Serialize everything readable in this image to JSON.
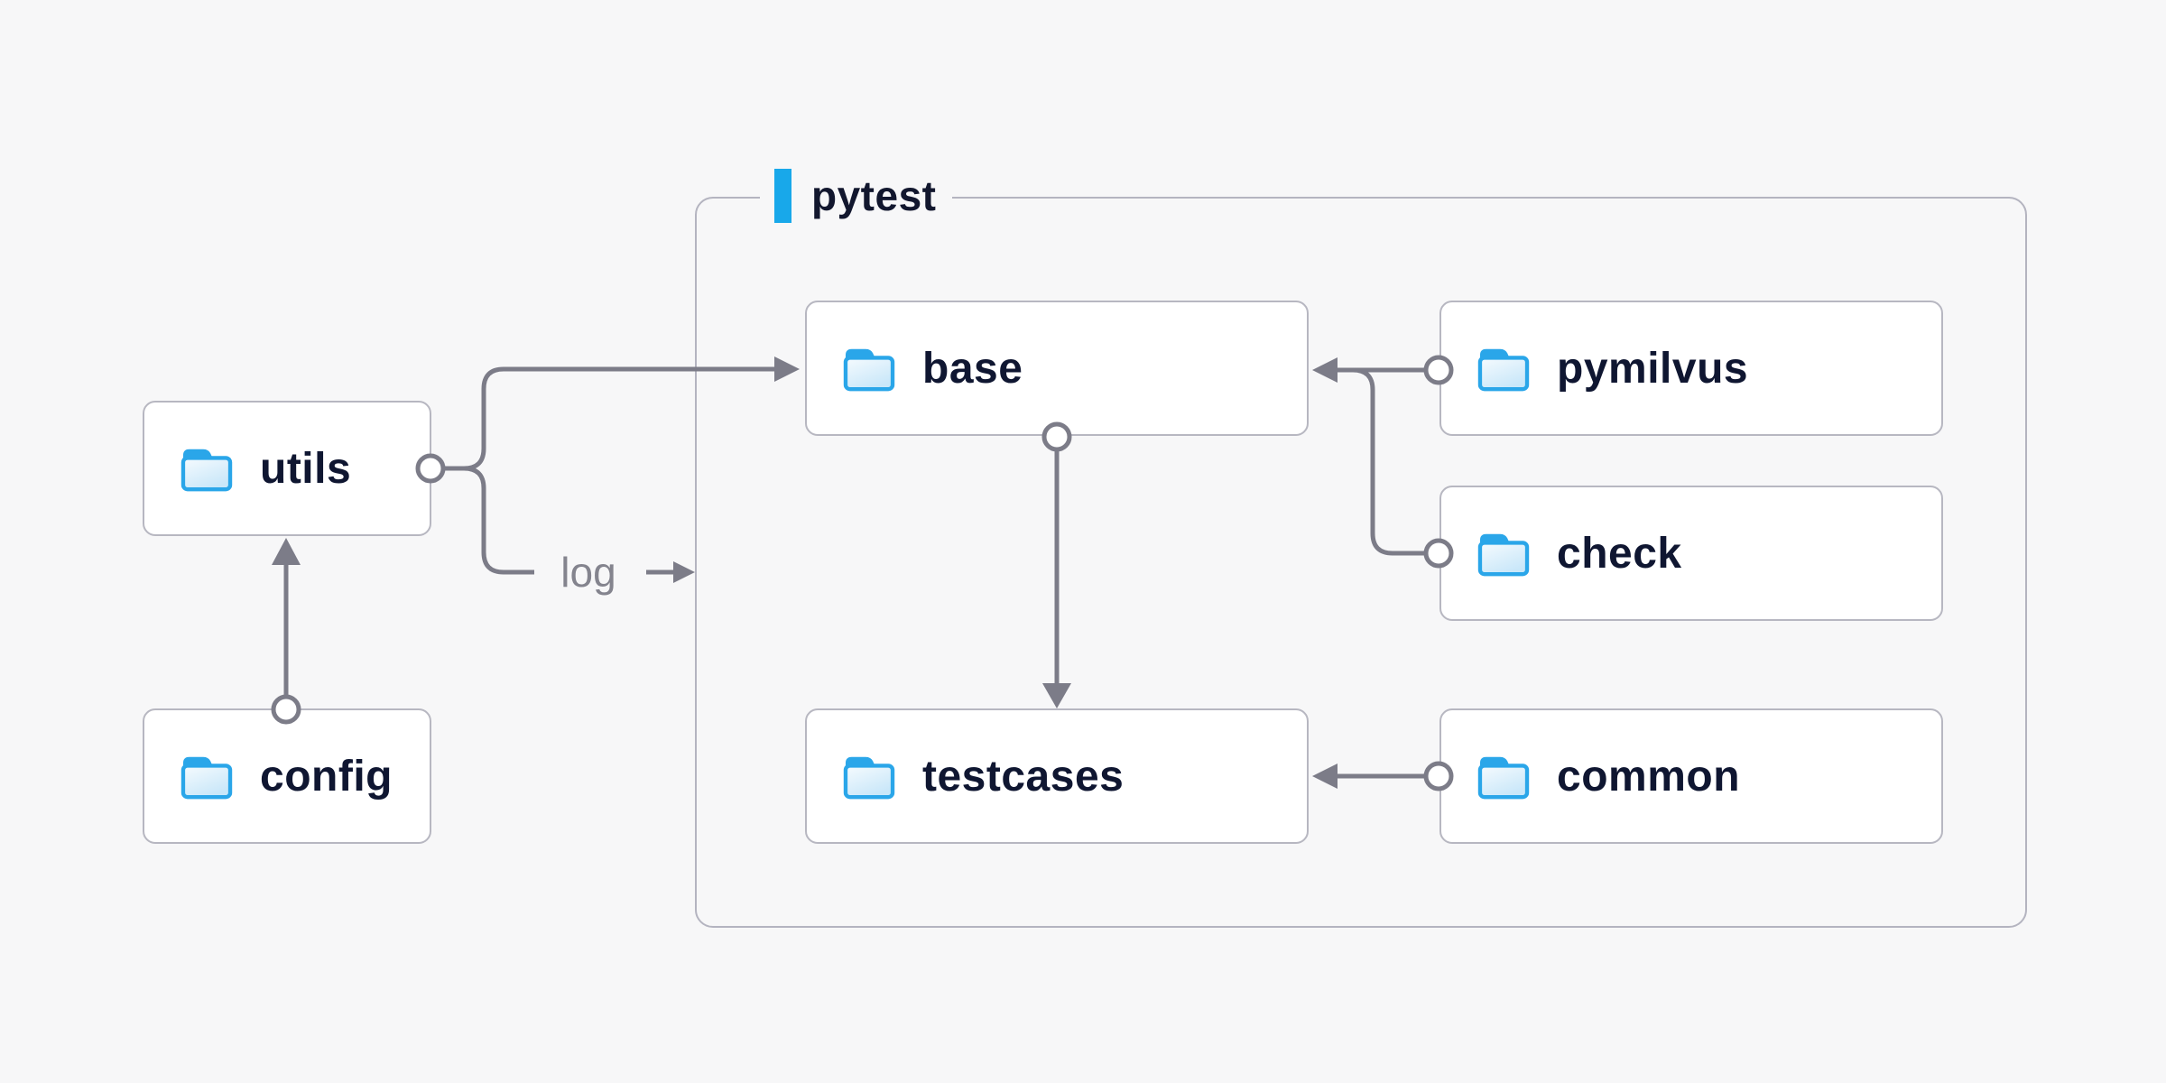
{
  "container": {
    "label": "pytest"
  },
  "nodes": {
    "utils": {
      "label": "utils"
    },
    "config": {
      "label": "config"
    },
    "base": {
      "label": "base"
    },
    "testcases": {
      "label": "testcases"
    },
    "pymilvus": {
      "label": "pymilvus"
    },
    "check": {
      "label": "check"
    },
    "common": {
      "label": "common"
    }
  },
  "edges": {
    "log_label": "log",
    "list": [
      {
        "from": "config",
        "to": "utils"
      },
      {
        "from": "utils",
        "to": "base"
      },
      {
        "from": "utils",
        "to": "log"
      },
      {
        "from": "pymilvus",
        "to": "base"
      },
      {
        "from": "check",
        "to": "base"
      },
      {
        "from": "base",
        "to": "testcases"
      },
      {
        "from": "common",
        "to": "testcases"
      }
    ]
  },
  "colors": {
    "background": "#f7f7f8",
    "node_fill": "#ffffff",
    "node_border": "#b7b7c1",
    "container_border": "#b4b4c0",
    "connector": "#7c7c88",
    "label_text": "#0f1631",
    "muted_text": "#84848e",
    "accent_blue": "#18a8ea",
    "folder_blue": "#2aa6e9"
  }
}
